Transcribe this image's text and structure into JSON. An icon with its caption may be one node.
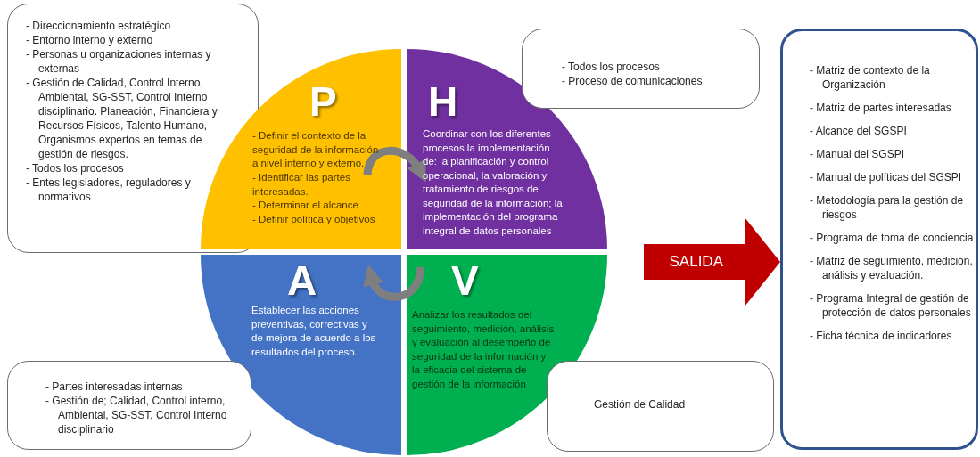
{
  "diagram": {
    "nodes": [
      {
        "text": [
          "- Direccionamiento estratégico",
          "- Entorno interno y externo",
          "- Personas u organizaciones internas y externas",
          "- Gestión de Calidad, Control Interno, Ambiental, SG-SST, Control Interno disciplinario. Planeación, Financiera y Recursos Físicos, Talento Humano, Organismos expertos en temas de gestión de riesgos.",
          "- Todos los procesos",
          "- Entes legisladores, reguladores y normativos"
        ]
      },
      {
        "text": [
          "P",
          "- Definir el contexto de la seguridad de la información a nivel interno y externo.",
          "- Identificar las partes interesadas.",
          "- Determinar el alcance",
          "- Definir política y objetivos"
        ]
      },
      {
        "text": [
          "H",
          "Coordinar con los diferentes procesos la implementación de: la planificación y control operacional, la valoración y tratamiento de riesgos de seguridad de la información; la implementación del programa integral de datos personales"
        ]
      },
      {
        "text": [
          "- Todos los procesos",
          "- Proceso de comunicaciones"
        ]
      },
      {
        "text": [
          "A",
          "Establecer las acciones preventivas, correctivas y de mejora de acuerdo a los resultados del proceso."
        ]
      },
      {
        "text": [
          "V",
          "Analizar los resultados del seguimiento, medición, análisis y evaluación al desempeño de seguridad de la información y la eficacia del sistema de gestión de la información"
        ]
      },
      {
        "text": [
          "- Partes interesadas internas",
          "- Gestión de; Calidad, Control interno, Ambiental, SG-SST, Control Interno disciplinario"
        ]
      },
      {
        "text": [
          "Gestión de Calidad"
        ]
      },
      {
        "text": [
          "- Matriz de contexto de la Organización",
          "- Matriz de partes interesadas",
          "- Alcance del SGSPI",
          "- Manual del SGSPI",
          "- Manual de políticas del SGSPI",
          "- Metodología para la gestión de riesgos",
          "- Programa de toma de conciencia",
          "- Matriz de seguimiento, medición, análisis y evaluación.",
          "- Programa Integral de gestión de protección de datos personales",
          "- Ficha técnica de indicadores"
        ]
      }
    ],
    "edges": [
      {
        "from": 1,
        "to": 2,
        "arrow": "to"
      },
      {
        "from": 5,
        "to": 4,
        "arrow": "to"
      },
      {
        "from": null,
        "to": 8,
        "arrow": "to",
        "label": "SALIDA",
        "style": "thick",
        "color": "#c00000"
      }
    ]
  }
}
